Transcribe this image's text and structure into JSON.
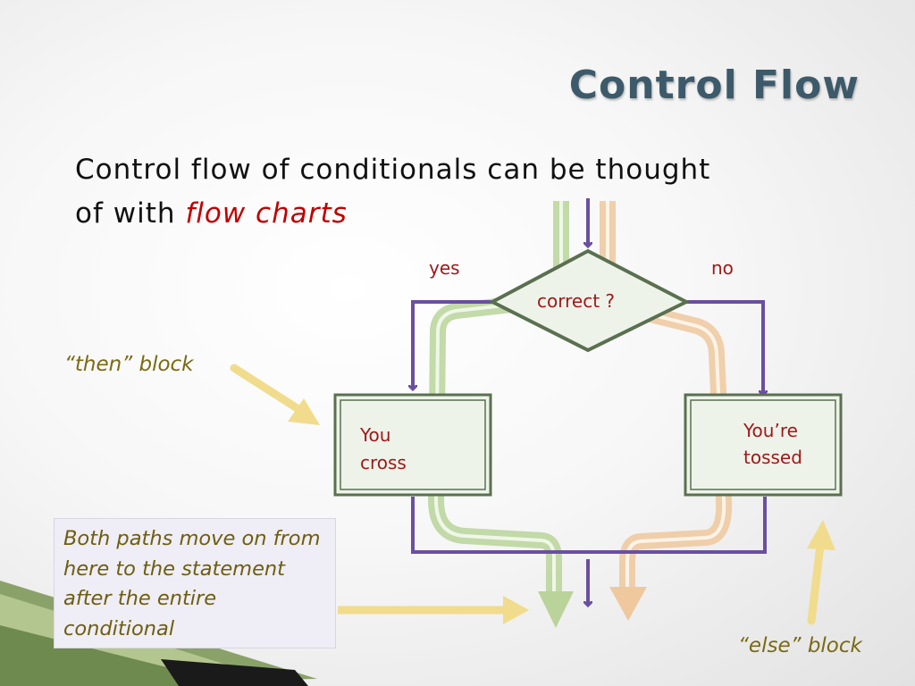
{
  "slide": {
    "title": "Control Flow",
    "body_line1": "Control flow of conditionals can be thought",
    "body_line2_prefix": "of with ",
    "body_line2_emphasis": "flow charts"
  },
  "flowchart": {
    "decision_label": "correct ?",
    "yes_label": "yes",
    "no_label": "no",
    "then_box_line1": "You",
    "then_box_line2": "cross",
    "else_box_line1": "You’re",
    "else_box_line2": "tossed"
  },
  "annotations": {
    "then_block": "“then” block",
    "else_block": "“else” block",
    "both_paths_note": "Both paths move on from here to the statement after the entire  conditional"
  },
  "colors": {
    "title": "#3d5a6a",
    "emphasis": "#c00000",
    "flow_line": "#6a4fa0",
    "box_border": "#5a7050",
    "then_path": "#b9d39a",
    "else_path": "#efc89e",
    "callout_arrow": "#f0dc8c",
    "label_red": "#a01818",
    "label_olive": "#7a6a12"
  }
}
